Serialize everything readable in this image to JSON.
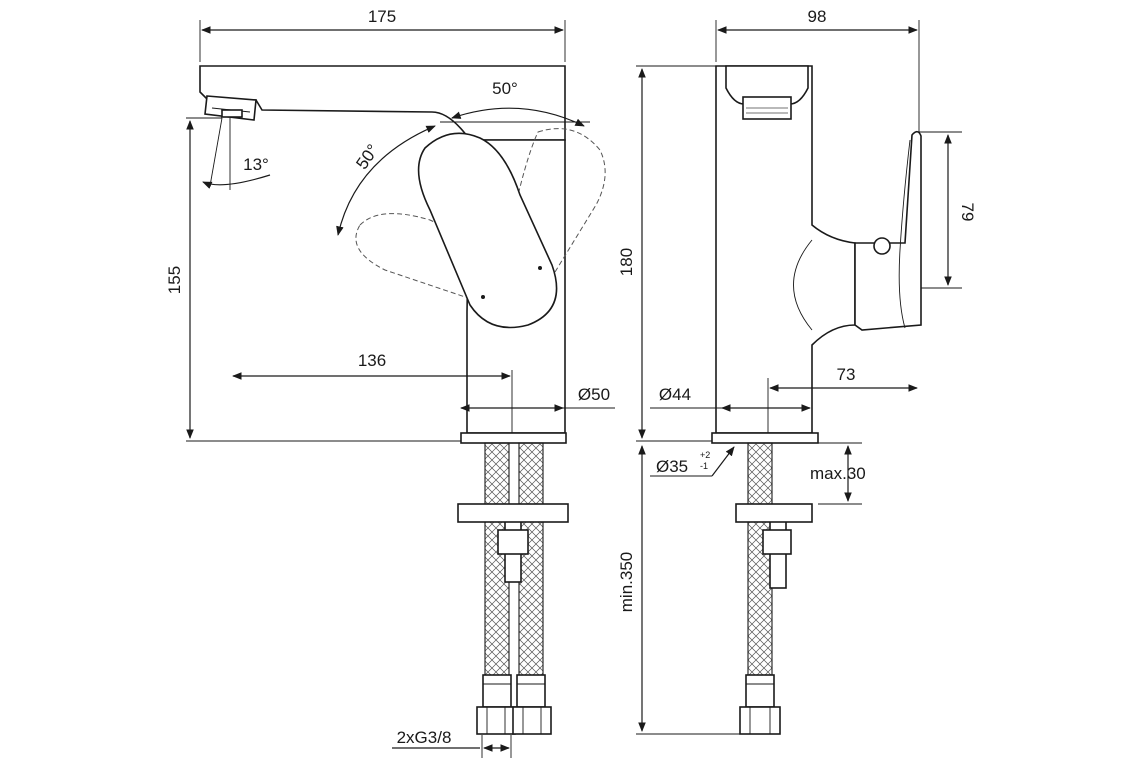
{
  "dimensions": {
    "spout_length": "175",
    "side_width": "98",
    "total_height": "180",
    "spout_height": "155",
    "lever_height": "79",
    "spout_reach": "136",
    "side_depth": "73",
    "body_diameter": "Ø50",
    "side_diameter": "Ø44",
    "hole_diameter": "Ø35",
    "hole_tol_plus": "+2",
    "hole_tol_minus": "-1",
    "max_thickness": "max.30",
    "hose_length": "min.350",
    "connection": "2xG3/8"
  },
  "angles": {
    "lever_forward": "50°",
    "lever_back": "50°",
    "aerator": "13°"
  }
}
